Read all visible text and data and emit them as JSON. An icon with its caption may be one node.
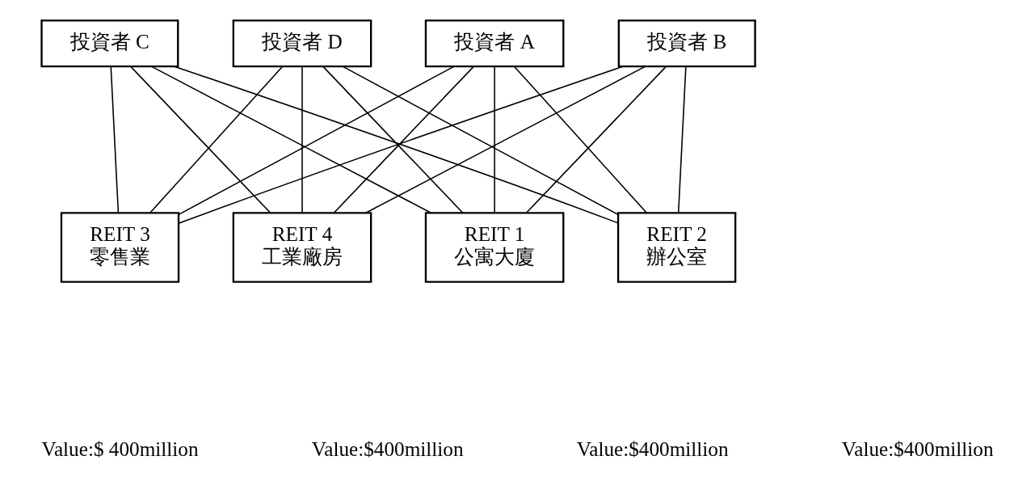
{
  "diagram": {
    "nodes": [
      {
        "text": [
          "投資者 A"
        ]
      },
      {
        "text": [
          "投資者 B"
        ]
      },
      {
        "text": [
          "投資者 C"
        ]
      },
      {
        "text": [
          "投資者 D"
        ]
      },
      {
        "text": [
          "REIT 1",
          "公寓大廈"
        ]
      },
      {
        "text": [
          "REIT 2",
          "辦公室"
        ]
      },
      {
        "text": [
          "REIT 3",
          "零售業"
        ]
      },
      {
        "text": [
          "REIT 4",
          "工業廠房"
        ]
      }
    ],
    "edges": [
      {
        "from": 0,
        "to": 4,
        "arrow": "none"
      },
      {
        "from": 0,
        "to": 5,
        "arrow": "none"
      },
      {
        "from": 0,
        "to": 6,
        "arrow": "none"
      },
      {
        "from": 0,
        "to": 7,
        "arrow": "none"
      },
      {
        "from": 1,
        "to": 4,
        "arrow": "none"
      },
      {
        "from": 1,
        "to": 5,
        "arrow": "none"
      },
      {
        "from": 1,
        "to": 6,
        "arrow": "none"
      },
      {
        "from": 1,
        "to": 7,
        "arrow": "none"
      },
      {
        "from": 2,
        "to": 4,
        "arrow": "none"
      },
      {
        "from": 2,
        "to": 5,
        "arrow": "none"
      },
      {
        "from": 2,
        "to": 6,
        "arrow": "none"
      },
      {
        "from": 2,
        "to": 7,
        "arrow": "none"
      },
      {
        "from": 3,
        "to": 4,
        "arrow": "none"
      },
      {
        "from": 3,
        "to": 5,
        "arrow": "none"
      },
      {
        "from": 3,
        "to": 6,
        "arrow": "none"
      },
      {
        "from": 3,
        "to": 7,
        "arrow": "none"
      }
    ],
    "labels": [
      "Value:$ 400million",
      "Value:$400million",
      "Value:$400million",
      "Value:$400million"
    ]
  }
}
